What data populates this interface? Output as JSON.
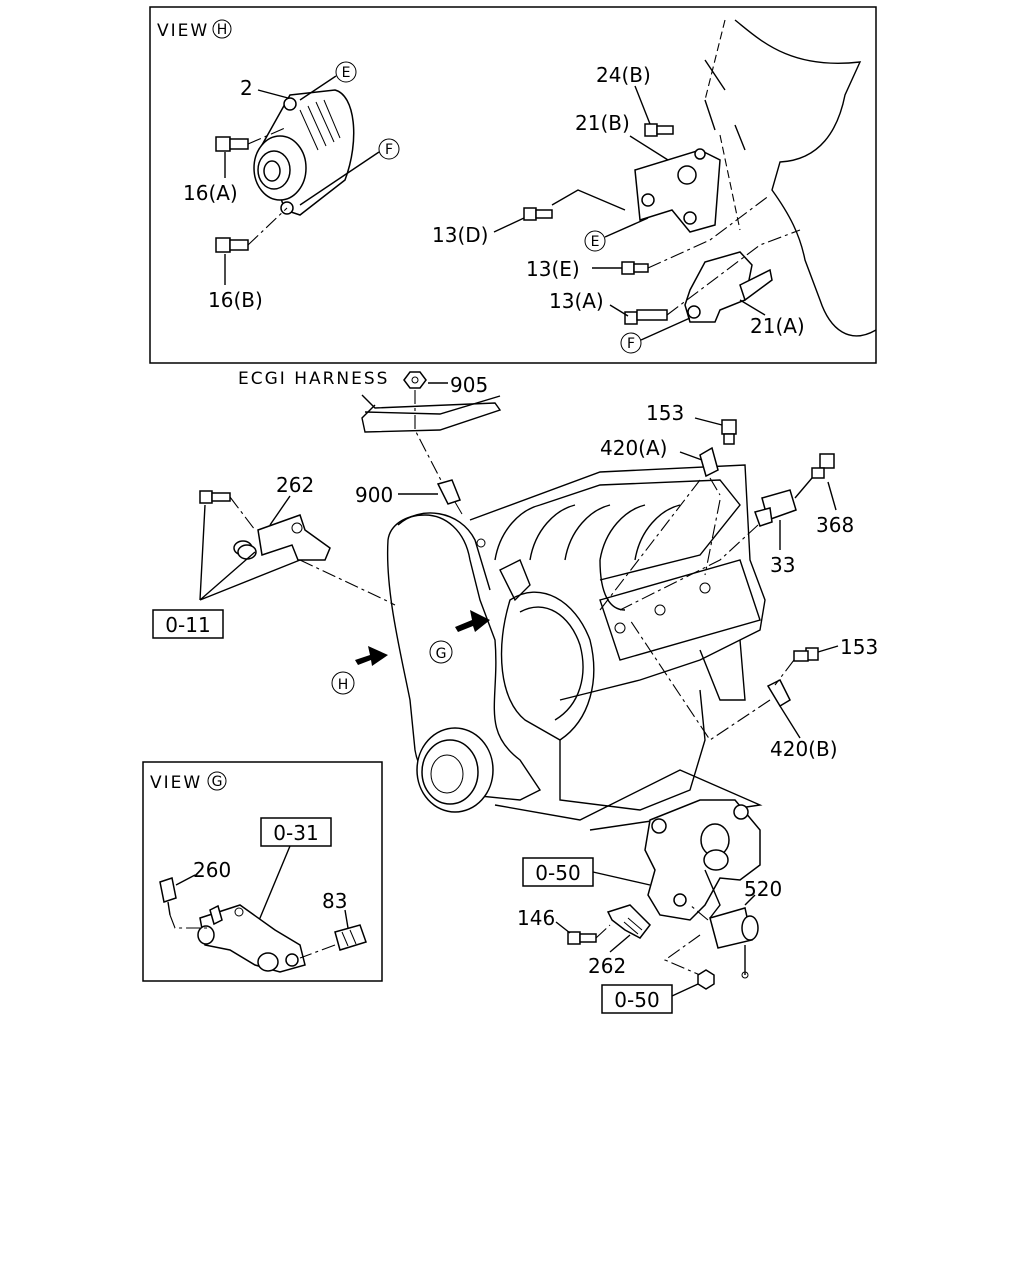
{
  "view_h": {
    "title": "VIEW",
    "title_mark": "H",
    "labels": {
      "p2": "2",
      "p16a": "16(A)",
      "p16b": "16(B)",
      "p24b": "24(B)",
      "p21b": "21(B)",
      "p13d": "13(D)",
      "p13e": "13(E)",
      "p13a": "13(A)",
      "p21a": "21(A)"
    },
    "marks": {
      "e1": "E",
      "f1": "F",
      "e2": "E",
      "f2": "F"
    }
  },
  "main": {
    "harness": "ECGI HARNESS",
    "labels": {
      "p905": "905",
      "p900": "900",
      "p262a": "262",
      "p153a": "153",
      "p420a": "420(A)",
      "p368": "368",
      "p33": "33",
      "p153b": "153",
      "p420b": "420(B)",
      "p520": "520",
      "p146": "146",
      "p262b": "262"
    },
    "refs": {
      "r011": "0-11",
      "r050a": "0-50",
      "r050b": "0-50"
    },
    "marks": {
      "g": "G",
      "h": "H"
    }
  },
  "view_g": {
    "title": "VIEW",
    "title_mark": "G",
    "labels": {
      "p260": "260",
      "p83": "83"
    },
    "refs": {
      "r031": "0-31"
    }
  }
}
